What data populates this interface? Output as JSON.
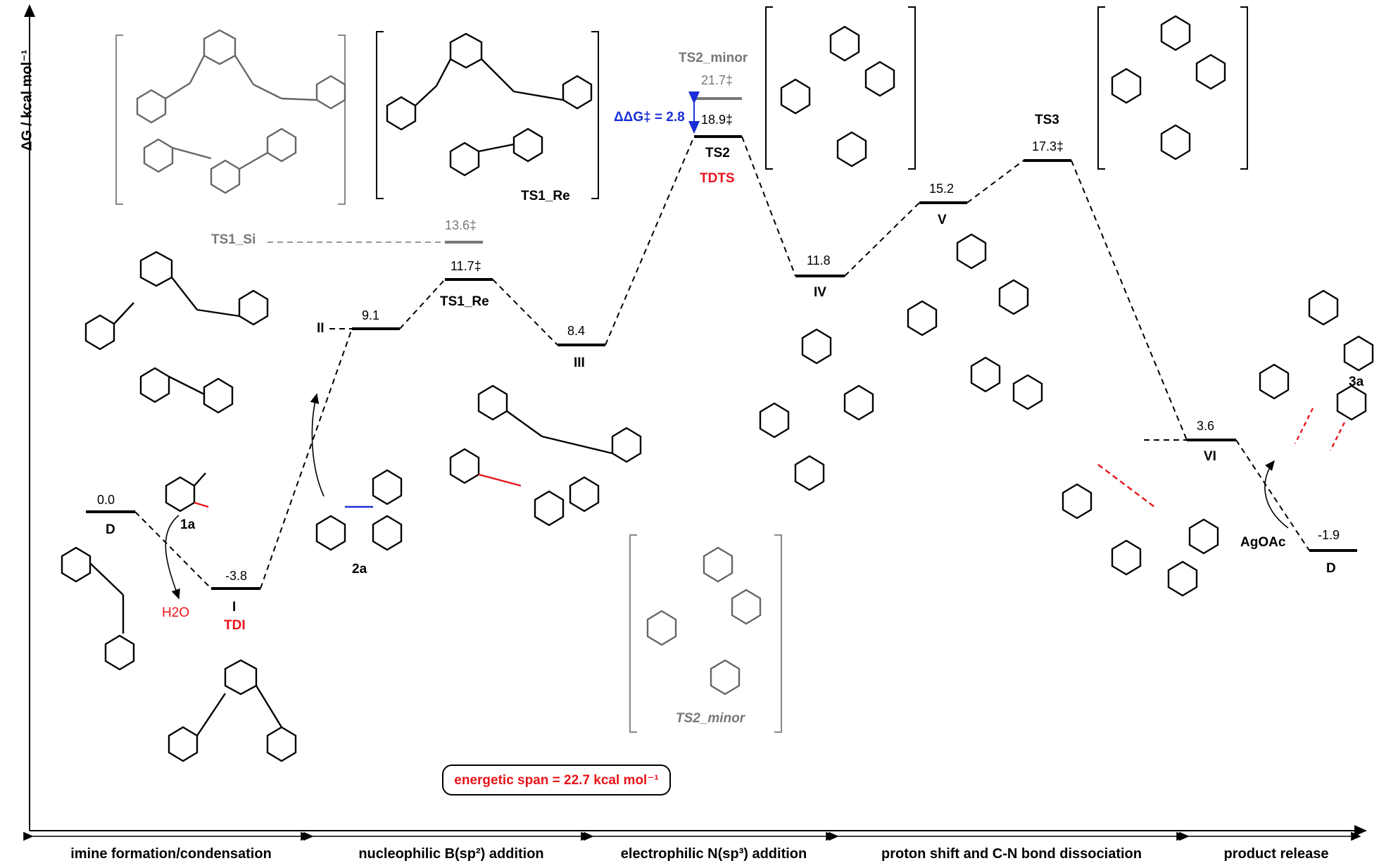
{
  "axis": {
    "ylabel": "ΔG / kcal mol⁻¹"
  },
  "levels": [
    {
      "id": "D_start",
      "label": "D",
      "value_text": "0.0"
    },
    {
      "id": "I",
      "label": "I",
      "value_text": "-3.8",
      "tag": "TDI"
    },
    {
      "id": "II",
      "label": "II",
      "value_text": "9.1"
    },
    {
      "id": "TS1_Re",
      "label": "TS1_Re",
      "value_text": "11.7‡"
    },
    {
      "id": "TS1_Si",
      "label": "TS1_Si",
      "value_text": "13.6‡"
    },
    {
      "id": "III",
      "label": "III",
      "value_text": "8.4"
    },
    {
      "id": "TS2",
      "label": "TS2",
      "value_text": "18.9‡",
      "tag": "TDTS"
    },
    {
      "id": "TS2_minor",
      "label": "TS2_minor",
      "value_text": "21.7‡"
    },
    {
      "id": "IV",
      "label": "IV",
      "value_text": "11.8"
    },
    {
      "id": "V",
      "label": "V",
      "value_text": "15.2"
    },
    {
      "id": "TS3",
      "label": "TS3",
      "value_text": "17.3‡"
    },
    {
      "id": "VI",
      "label": "VI",
      "value_text": "3.6"
    },
    {
      "id": "D_end",
      "label": "D",
      "value_text": "-1.9"
    }
  ],
  "delta_delta_g": "ΔΔG‡ = 2.8",
  "energetic_span": "energetic span = 22.7 kcal mol⁻¹",
  "reagents": {
    "aldehyde": "1a",
    "water": "H2O",
    "borane": "2a",
    "silver": "AgOAc",
    "product": "3a"
  },
  "structure_labels": {
    "ts1re_box": "TS1_Re",
    "ts2minor_box": "TS2_minor",
    "dagger": "‡"
  },
  "stages": [
    "imine formation/condensation",
    "nucleophilic B(sp²) addition",
    "electrophilic N(sp³) addition",
    "proton shift and C-N bond dissociation",
    "product release"
  ],
  "colors": {
    "accent_red": "#e8141a",
    "accent_blue": "#1a2fd6",
    "gray": "#777777"
  }
}
